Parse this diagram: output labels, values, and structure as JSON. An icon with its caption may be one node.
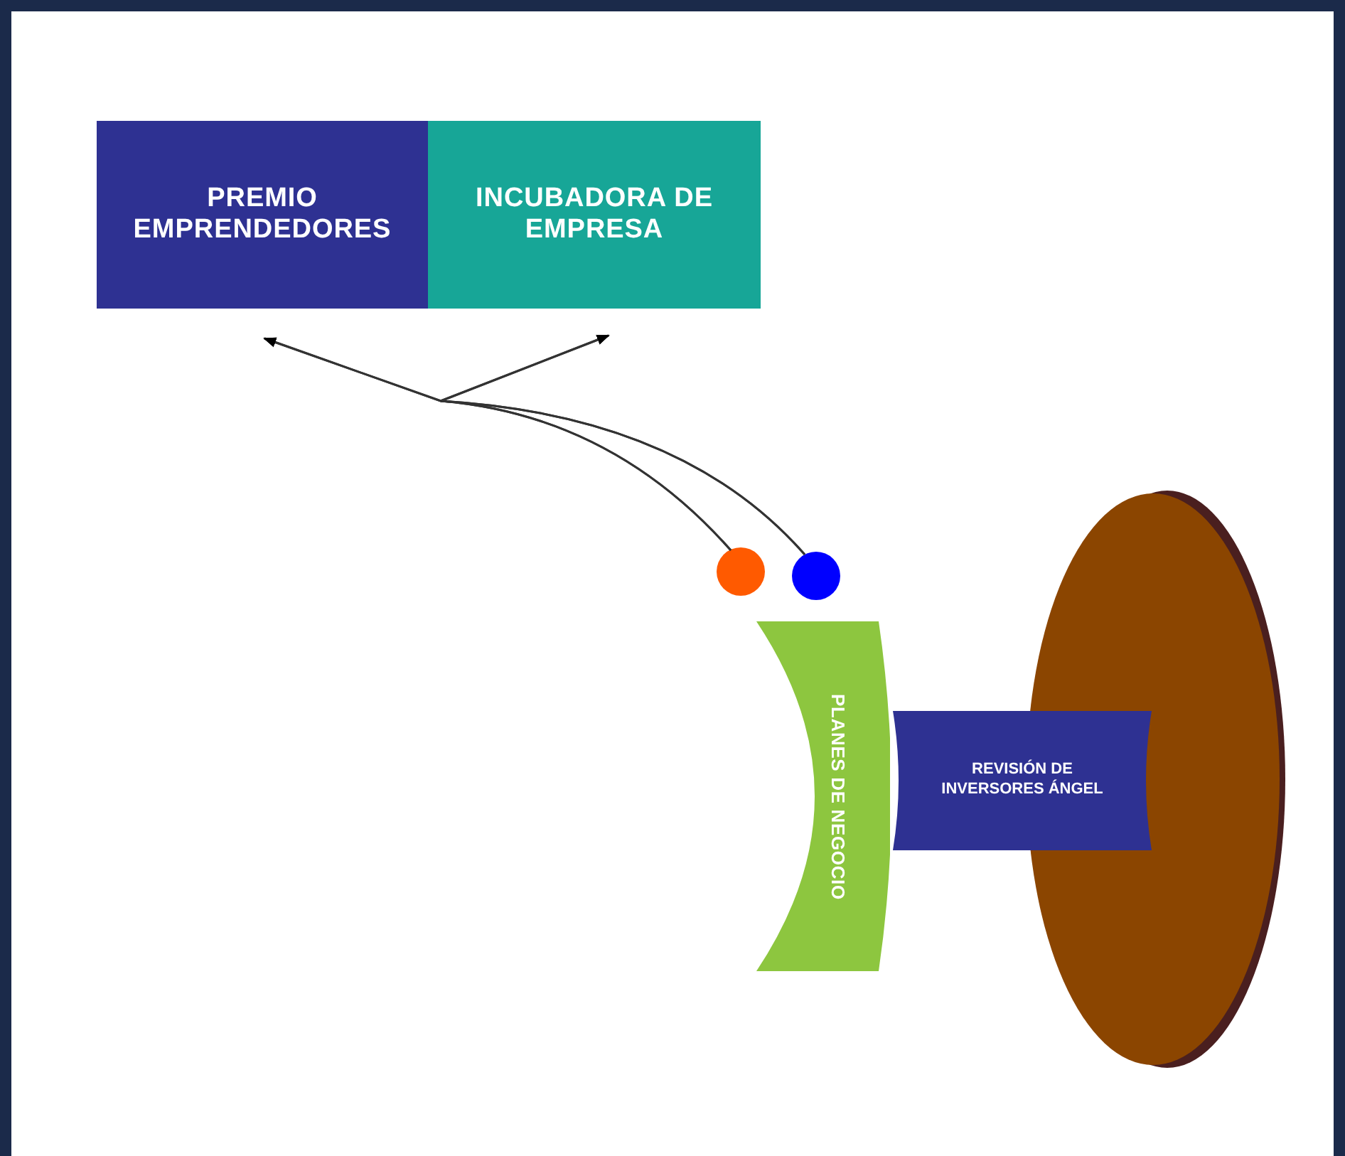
{
  "diagram": {
    "nodes": [
      {
        "text": [
          "PREMIO EMPRENDEDORES"
        ]
      },
      {
        "text": [
          "INCUBADORA DE EMPRESA"
        ]
      },
      {
        "text": [],
        "shape": "circle"
      },
      {
        "text": [],
        "shape": "circle"
      },
      {
        "text": [
          "PLANES DE NEGOCIO"
        ]
      },
      {
        "text": [
          "REVISIÓN DE INVERSORES ÁNGEL"
        ]
      },
      {
        "text": [],
        "shape": "ellipse"
      }
    ],
    "edges": [
      {
        "from": 2,
        "to": 0,
        "arrow": "to"
      },
      {
        "from": 2,
        "to": 1,
        "arrow": "to"
      },
      {
        "from": 3,
        "to": 0,
        "arrow": "to"
      },
      {
        "from": 3,
        "to": 1,
        "arrow": "to"
      }
    ]
  }
}
